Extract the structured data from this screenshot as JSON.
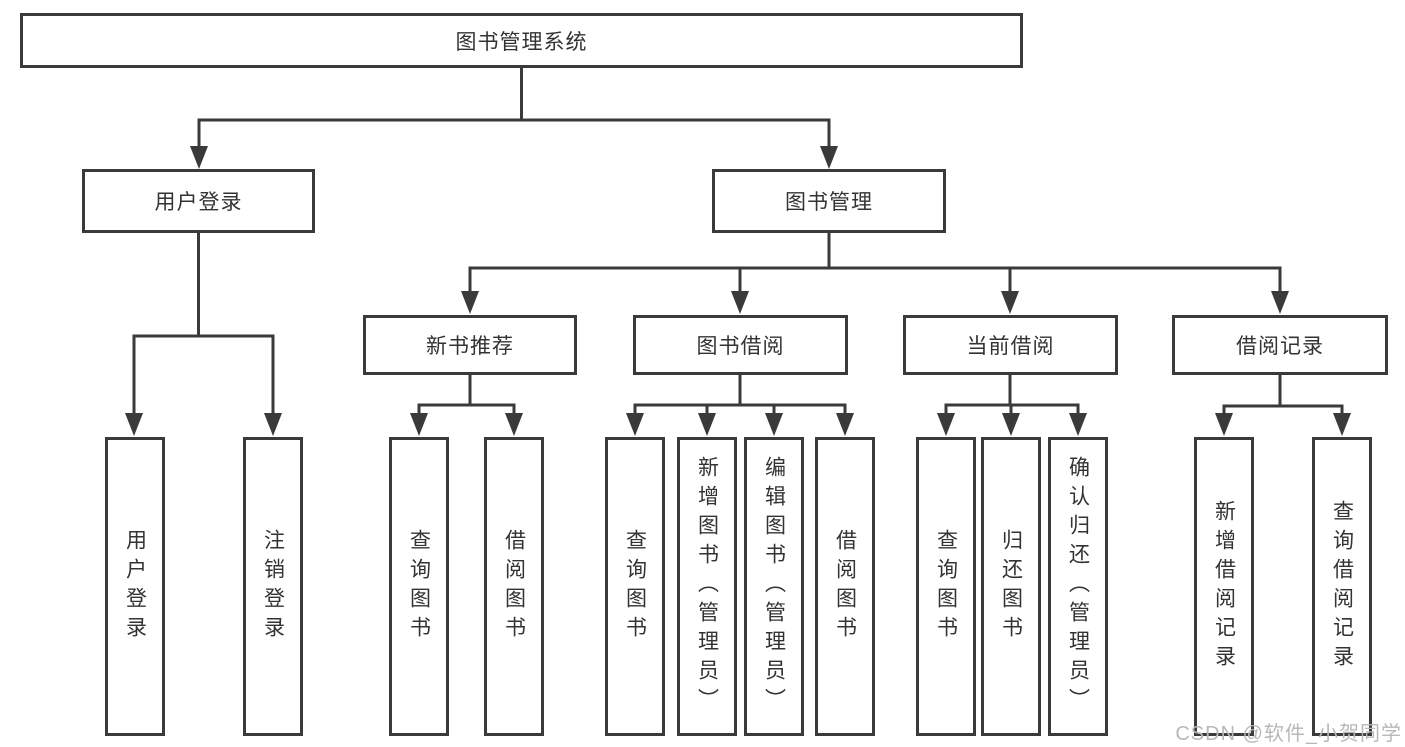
{
  "diagram": {
    "root": {
      "label": "图书管理系统"
    },
    "branches": [
      {
        "label": "用户登录",
        "children": [
          {
            "label": "用户登录"
          },
          {
            "label": "注销登录"
          }
        ]
      },
      {
        "label": "图书管理",
        "children": [
          {
            "label": "新书推荐",
            "children": [
              {
                "label": "查询图书"
              },
              {
                "label": "借阅图书"
              }
            ]
          },
          {
            "label": "图书借阅",
            "children": [
              {
                "label": "查询图书"
              },
              {
                "label": "新增图书（管理员）"
              },
              {
                "label": "编辑图书（管理员）"
              },
              {
                "label": "借阅图书"
              }
            ]
          },
          {
            "label": "当前借阅",
            "children": [
              {
                "label": "查询图书"
              },
              {
                "label": "归还图书"
              },
              {
                "label": "确认归还（管理员）"
              }
            ]
          },
          {
            "label": "借阅记录",
            "children": [
              {
                "label": "新增借阅记录"
              },
              {
                "label": "查询借阅记录"
              }
            ]
          }
        ]
      }
    ]
  },
  "watermark": {
    "text": "CSDN @软件_小贺同学"
  },
  "colors": {
    "line": "#3a3a3a",
    "node_text": "#333333",
    "node_fill": "#ffffff",
    "watermark_text": "#b8b8b8"
  }
}
